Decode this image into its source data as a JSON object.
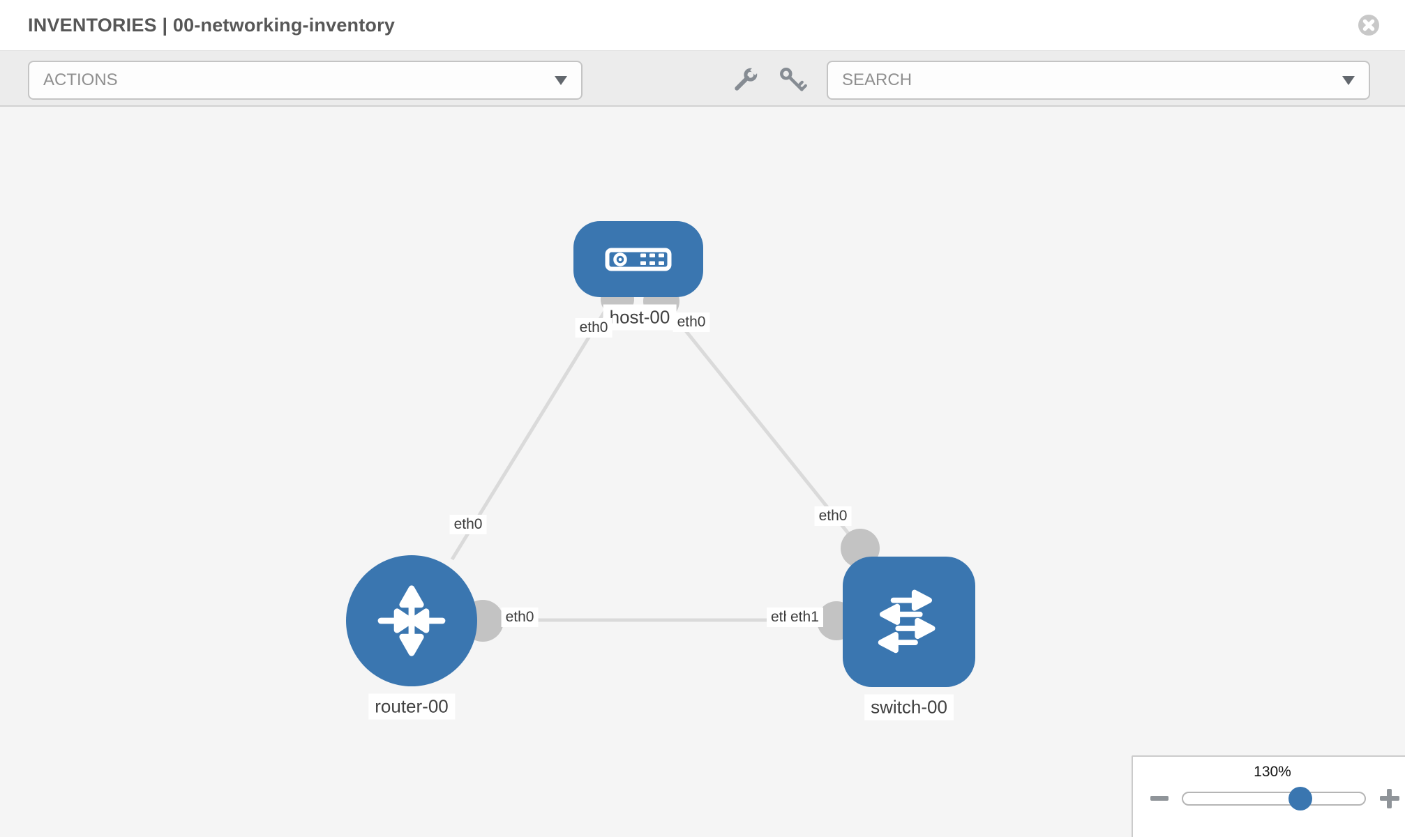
{
  "header": {
    "title": "INVENTORIES | 00-networking-inventory"
  },
  "toolbar": {
    "actions_label": "ACTIONS",
    "search_label": "SEARCH",
    "icons": [
      "wrench-icon",
      "key-icon"
    ]
  },
  "diagram": {
    "nodes": [
      {
        "id": "host-00",
        "type": "host",
        "label": "host-00"
      },
      {
        "id": "router-00",
        "type": "router",
        "label": "router-00"
      },
      {
        "id": "switch-00",
        "type": "switch",
        "label": "switch-00"
      }
    ],
    "edges": [
      {
        "from": "host-00",
        "to": "router-00",
        "from_interface": "eth0",
        "to_interface": "eth0"
      },
      {
        "from": "host-00",
        "to": "switch-00",
        "from_interface": "eth0",
        "to_interface": "eth0"
      },
      {
        "from": "router-00",
        "to": "switch-00",
        "from_interface": "eth0",
        "to_interface": "eth1",
        "overlapped_label": "eth0"
      }
    ]
  },
  "zoom_control": {
    "level": "130%"
  },
  "colors": {
    "node_blue": "#3a76b0",
    "edge_gray": "#dadada",
    "port_gray": "#c3c3c3",
    "canvas_bg": "#f5f5f5",
    "toolbar_bg": "#ececec",
    "accent_thumb": "#3a76b0"
  }
}
